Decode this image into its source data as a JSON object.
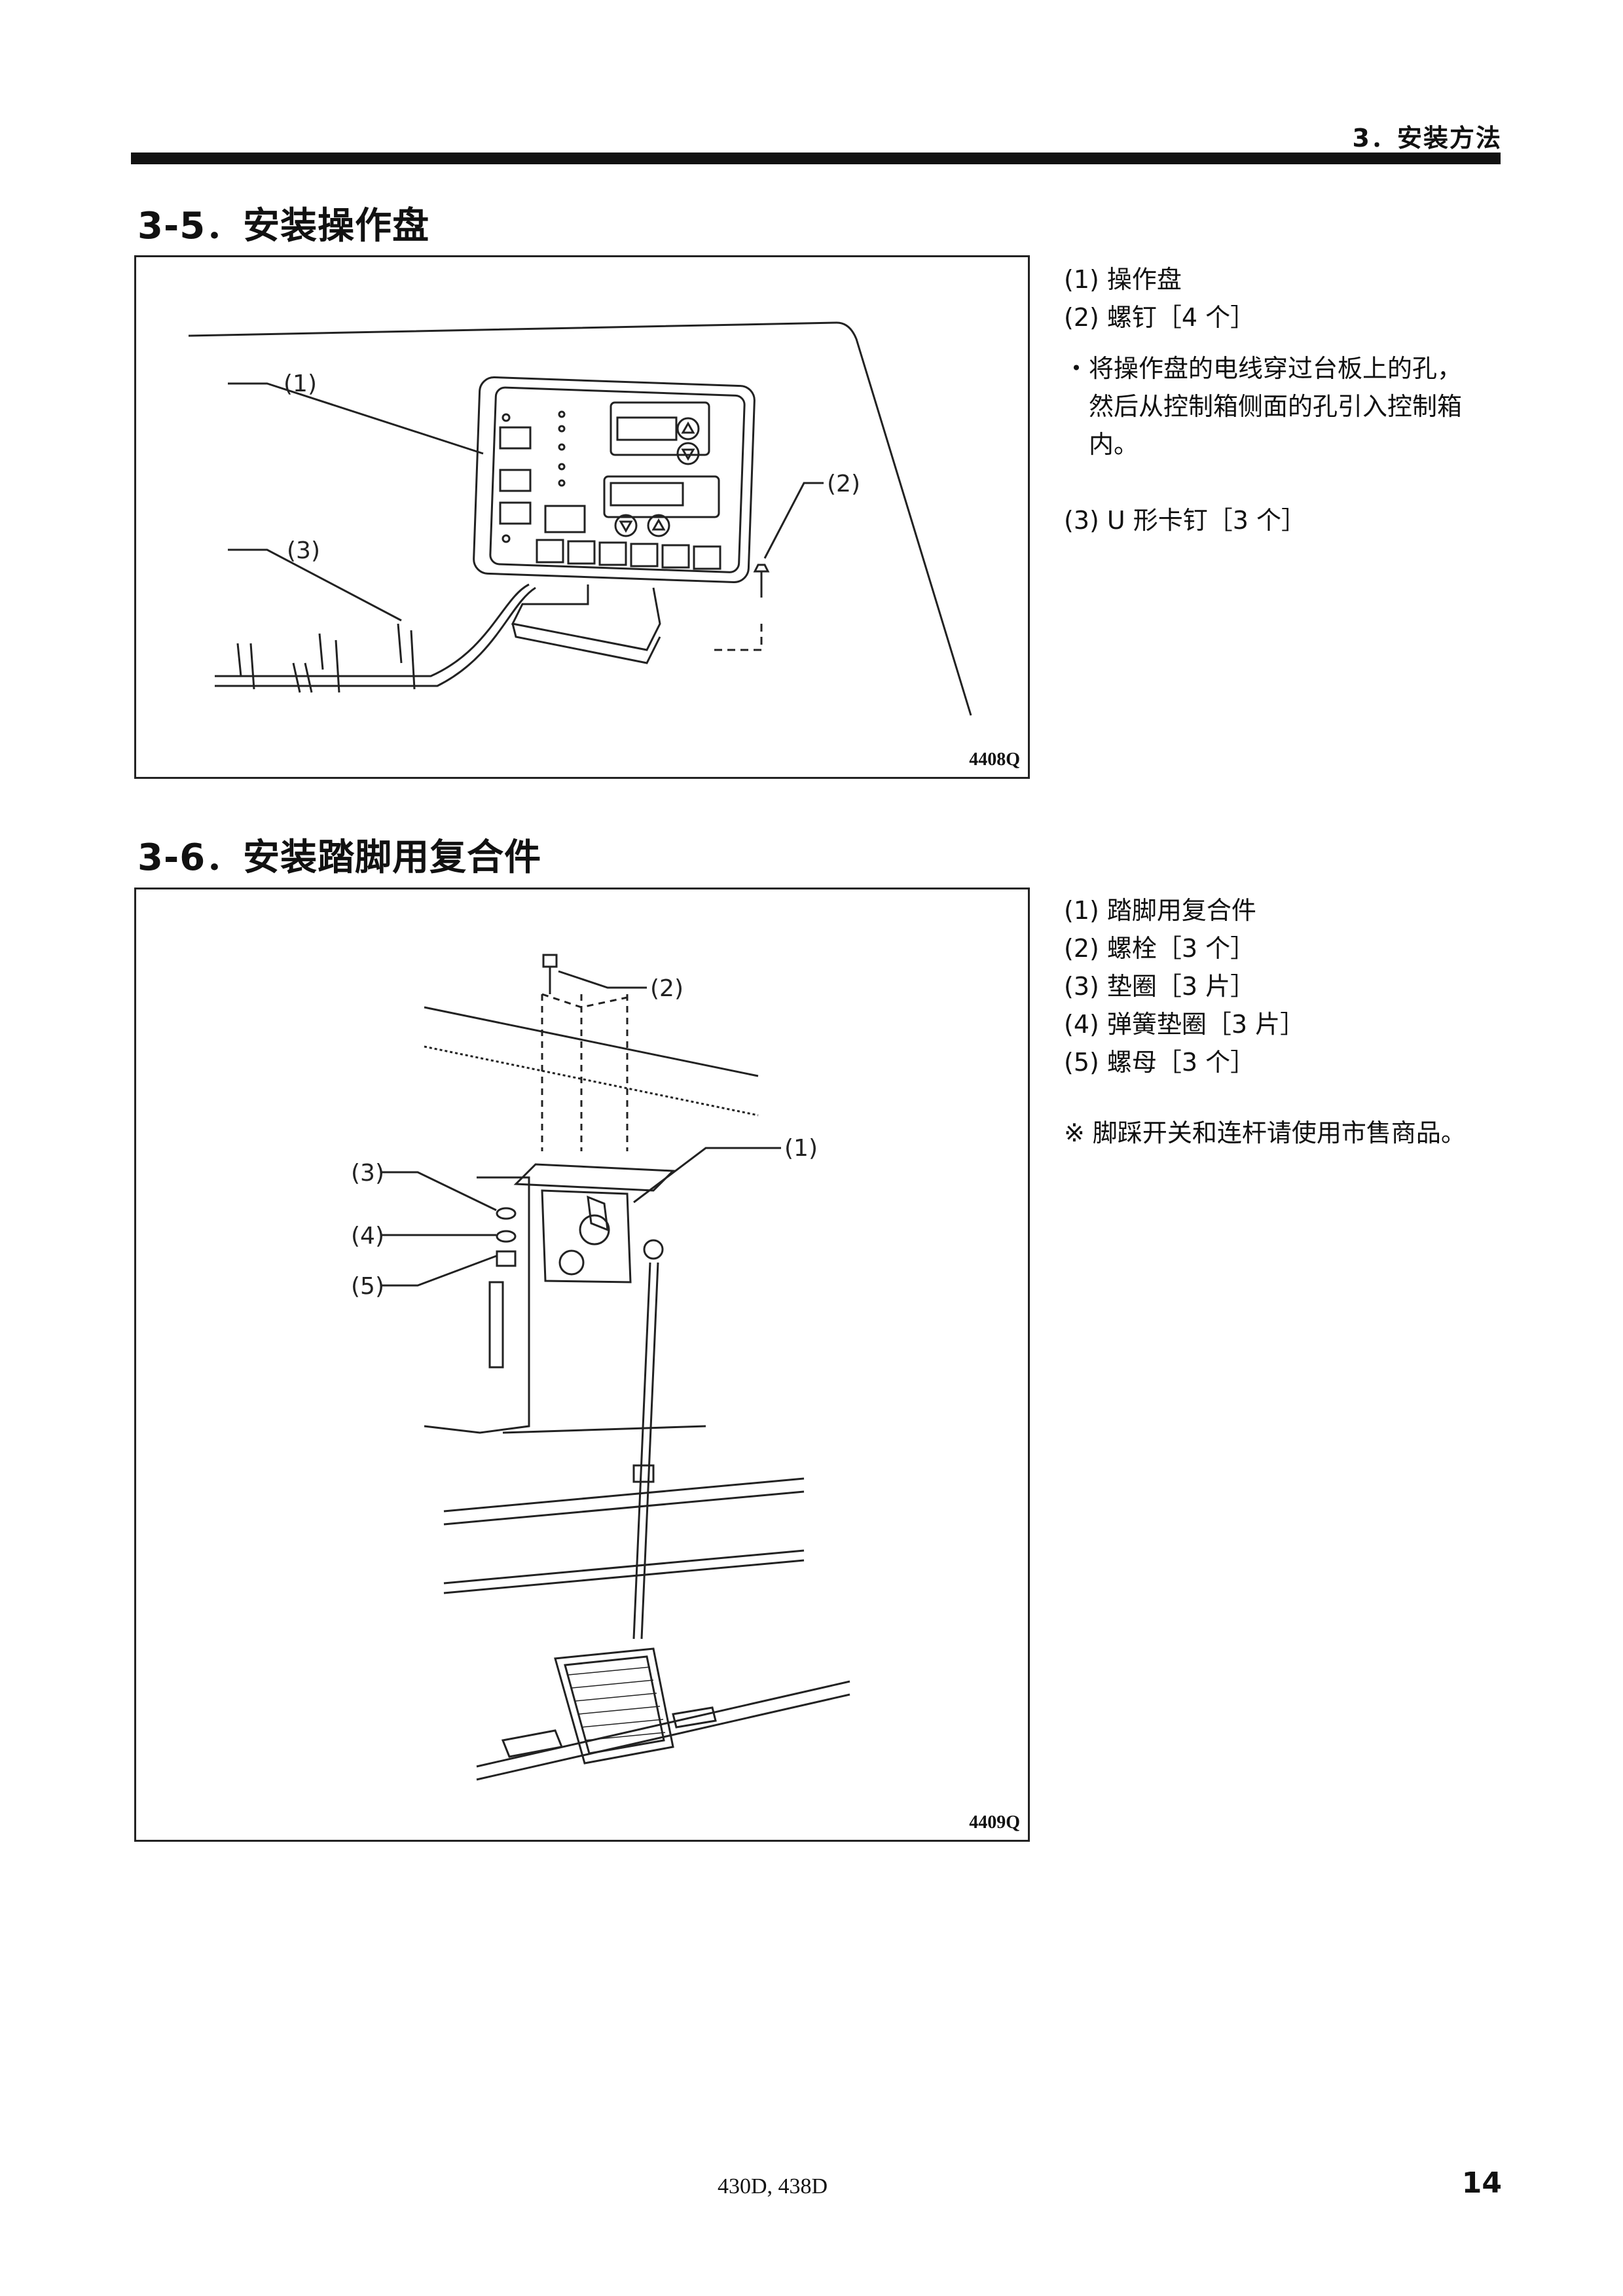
{
  "header": {
    "section": "3．安装方法"
  },
  "section_5": {
    "title": "3-5．安装操作盘",
    "figure_code": "4408Q",
    "callouts": [
      "(1)",
      "(2)",
      "(3)"
    ],
    "notes": [
      "(1) 操作盘",
      "(2) 螺钉［4 个］",
      "・将操作盘的电线穿过台板上的孔，",
      "然后从控制箱侧面的孔引入控制箱",
      "内。",
      "(3) U 形卡钉［3 个］"
    ]
  },
  "section_6": {
    "title": "3-6．安装踏脚用复合件",
    "figure_code": "4409Q",
    "callouts": [
      "(1)",
      "(2)",
      "(3)",
      "(4)",
      "(5)"
    ],
    "notes": [
      "(1) 踏脚用复合件",
      "(2) 螺栓［3 个］",
      "(3) 垫圈［3 片］",
      "(4) 弹簧垫圈［3 片］",
      "(5) 螺母［3 个］",
      "※ 脚踩开关和连杆请使用市售商品。"
    ]
  },
  "footer": {
    "model": "430D, 438D",
    "page": "14"
  }
}
